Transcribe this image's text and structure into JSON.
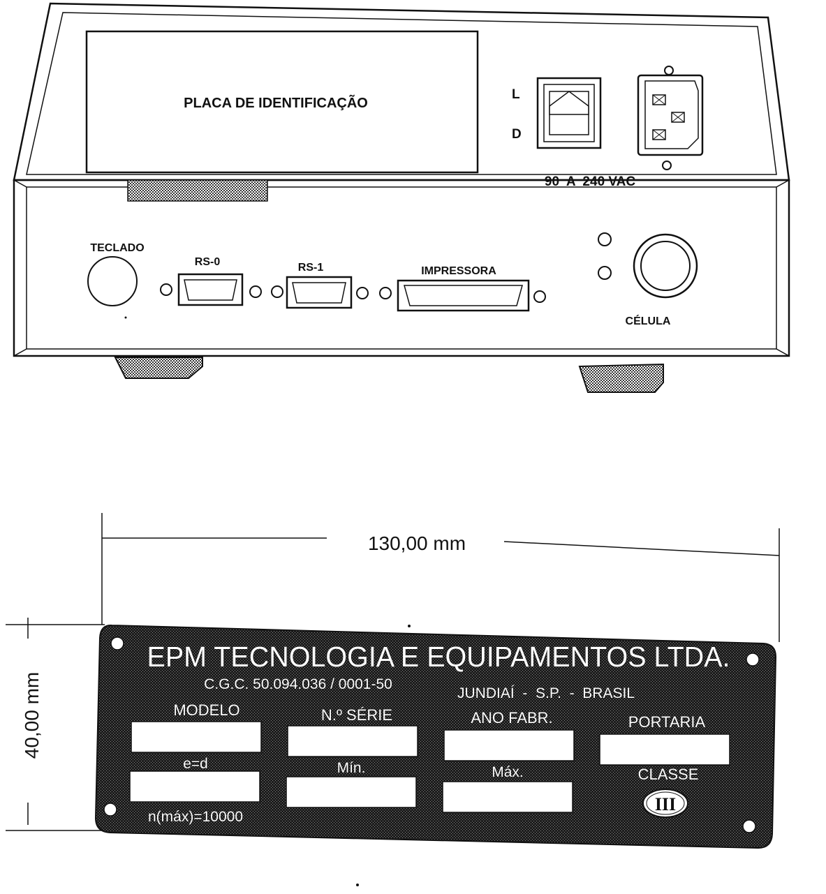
{
  "device": {
    "id_plate_label": "PLACA DE IDENTIFICAÇÃO",
    "switch_on_label": "L",
    "switch_off_label": "D",
    "voltage_label": "90  A  240 VAC",
    "keyboard_label": "TECLADO",
    "rs0_label": "RS-0",
    "rs1_label": "RS-1",
    "printer_label": "IMPRESSORA",
    "cell_label": "CÉLULA"
  },
  "dimensions": {
    "width_label": "130,00 mm",
    "height_label": "40,00 mm"
  },
  "plate": {
    "company": "EPM TECNOLOGIA E EQUIPAMENTOS LTDA.",
    "cgc": "C.G.C. 50.094.036 / 0001-50",
    "location": "JUNDIAÍ  -  S.P.  -  BRASIL",
    "modelo": "MODELO",
    "serie": "N.º SÉRIE",
    "ano": "ANO FABR.",
    "portaria": "PORTARIA",
    "ed": "e=d",
    "min": "Mín.",
    "max": "Máx.",
    "classe": "CLASSE",
    "classe_value": "III",
    "nmax": "n(máx)=10000"
  },
  "colors": {
    "line": "#111111",
    "shade": "#9a9a9a",
    "plate_bg": "#2a2a2a",
    "paper": "#ffffff"
  }
}
